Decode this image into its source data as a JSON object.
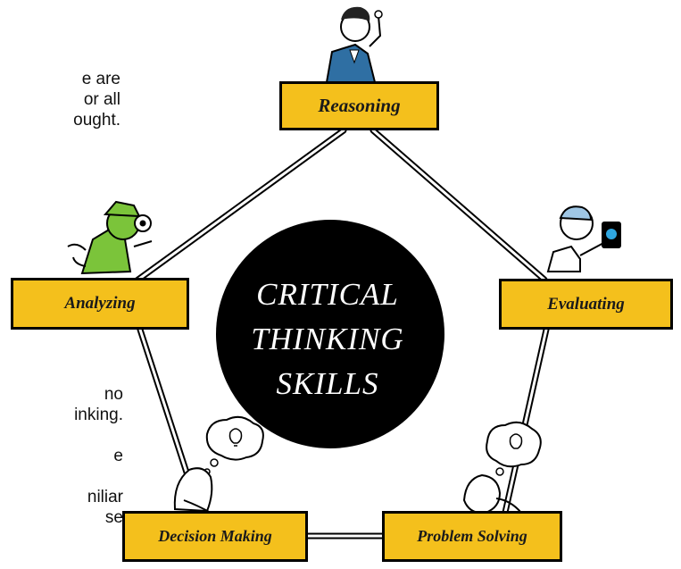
{
  "left_text": {
    "top_lines": [
      "e are",
      "or all",
      "ought."
    ],
    "bottom_lines": [
      "no",
      "inking.",
      "",
      "e",
      "",
      "niliar",
      "se"
    ]
  },
  "diagram": {
    "center_lines": [
      "CRITICAL",
      "THINKING",
      "SKILLS"
    ],
    "boxes": {
      "reasoning": "Reasoning",
      "analyzing": "Analyzing",
      "evaluating": "Evaluating",
      "decision_making": "Decision Making",
      "problem_solving": "Problem Solving"
    },
    "colors": {
      "box_fill": "#f4c01c",
      "circle_fill": "#000000",
      "center_text": "#ffffff"
    },
    "figures": [
      "thinking-man",
      "detective-with-magnifier",
      "scientist-with-tablet",
      "thinking-person-bulb",
      "thinking-person-bulb"
    ]
  }
}
